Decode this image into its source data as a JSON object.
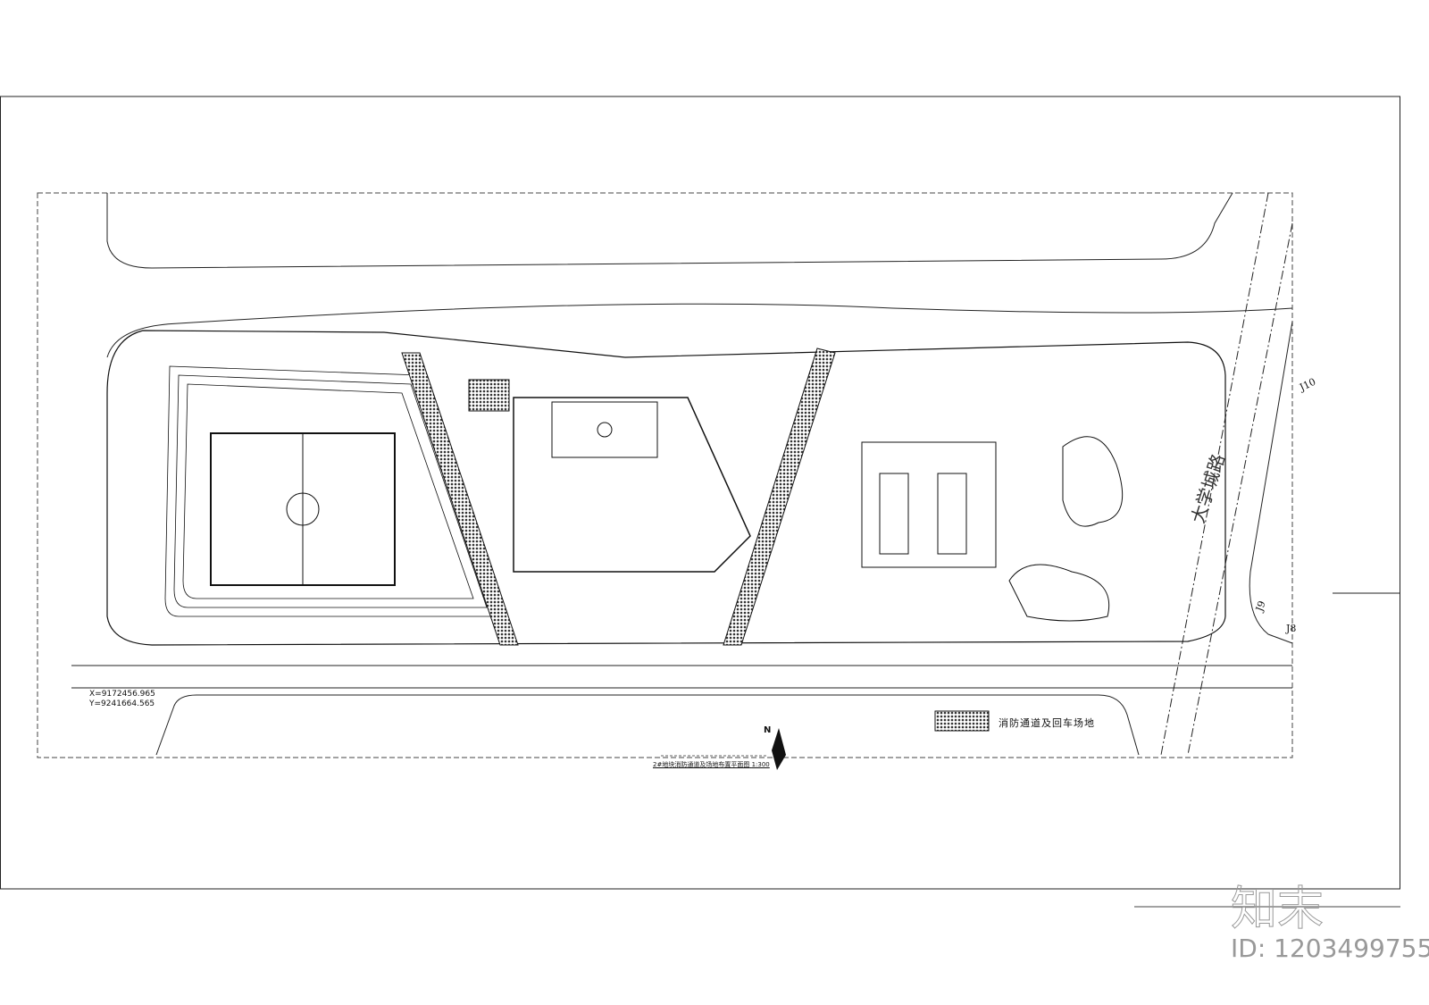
{
  "drawing": {
    "title": "2#地块消防通道及场地布置平面图",
    "scale": "1:300",
    "north_label": "N",
    "origin_coordinate": {
      "x": "X=9172456.965",
      "y": "Y=9241664.565"
    },
    "legend": {
      "label": "消防通道及回车场地"
    },
    "road_name": "大学城路",
    "junction_labels": [
      "J10",
      "J9",
      "J8"
    ]
  },
  "watermark": {
    "logo": "知末",
    "id": "ID: 1203499755"
  },
  "colors": {
    "line": "#111111",
    "hatch": "#333333",
    "watermark": "#999999"
  }
}
